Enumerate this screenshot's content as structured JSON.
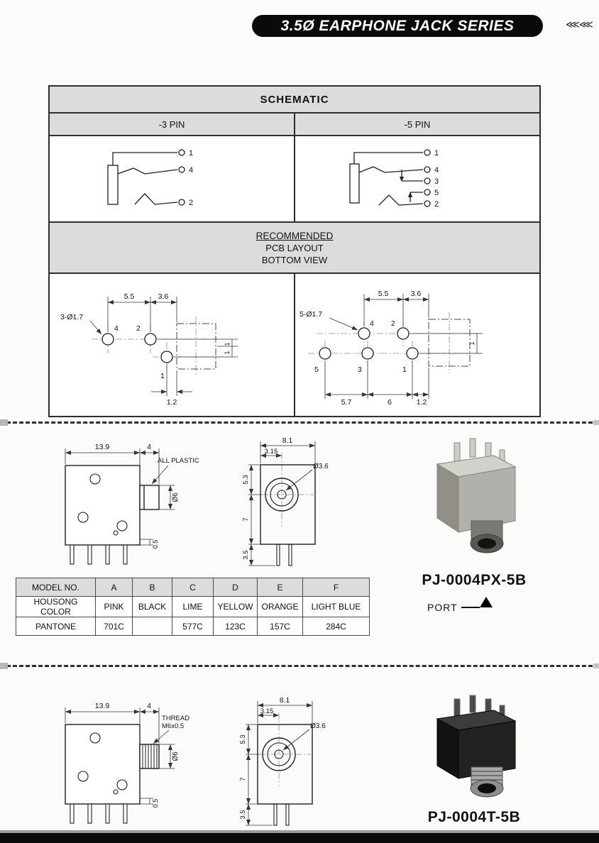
{
  "header": {
    "title": "3.5Ø EARPHONE JACK SERIES",
    "marks": "⋘⋘"
  },
  "schematic": {
    "title": "SCHEMATIC",
    "col3": "-3 PIN",
    "col5": "-5 PIN",
    "pins3": [
      "1",
      "4",
      "2"
    ],
    "pins5": [
      "1",
      "4",
      "3",
      "5",
      "2"
    ],
    "recommended_line1": "RECOMMENDED",
    "recommended_line2": "PCB LAYOUT",
    "recommended_line3": "BOTTOM VIEW"
  },
  "pcb3": {
    "dim_55": "5.5",
    "dim_36": "3.6",
    "hole_label": "3-Ø1.7",
    "pin4": "4",
    "pin2": "2",
    "pin1": "1",
    "dim_1a": "1",
    "dim_1b": "1",
    "dim_12": "1.2"
  },
  "pcb5": {
    "dim_55": "5.5",
    "dim_36": "3.6",
    "hole_label": "5-Ø1.7",
    "pin4": "4",
    "pin2": "2",
    "pin5": "5",
    "pin3": "3",
    "pin1": "1",
    "dim_1a": "1",
    "dim_57": "5.7",
    "dim_6": "6",
    "dim_12": "1.2"
  },
  "product1": {
    "side": {
      "dim_w": "13.9",
      "dim_d": "4",
      "note": "ALL PLASTIC",
      "dim_dia": "Ø6",
      "dim_h": "0.5"
    },
    "front": {
      "dim_w": "8.1",
      "dim_off": "3.15",
      "dim_hole": "Ø3.6",
      "dim_top": "5.3",
      "dim_mid": "7",
      "dim_bot": "3.5"
    },
    "model": "PJ-0004PX-5B",
    "port_label": "PORT"
  },
  "color_table": {
    "headers": [
      "MODEL NO.",
      "A",
      "B",
      "C",
      "D",
      "E",
      "F"
    ],
    "row_color": [
      "HOUSONG COLOR",
      "PINK",
      "BLACK",
      "LIME",
      "YELLOW",
      "ORANGE",
      "LIGHT BLUE"
    ],
    "row_pantone": [
      "PANTONE",
      "701C",
      "",
      "577C",
      "123C",
      "157C",
      "284C"
    ]
  },
  "product2": {
    "side": {
      "dim_w": "13.9",
      "dim_d": "4",
      "note_line1": "THREAD",
      "note_line2": "M6x0.5",
      "dim_dia": "Ø6",
      "dim_h": "0.5"
    },
    "front": {
      "dim_w": "8.1",
      "dim_off": "3.15",
      "dim_hole": "Ø3.6",
      "dim_top": "5.3",
      "dim_mid": "7",
      "dim_bot": "3.5"
    },
    "model": "PJ-0004T-5B"
  }
}
